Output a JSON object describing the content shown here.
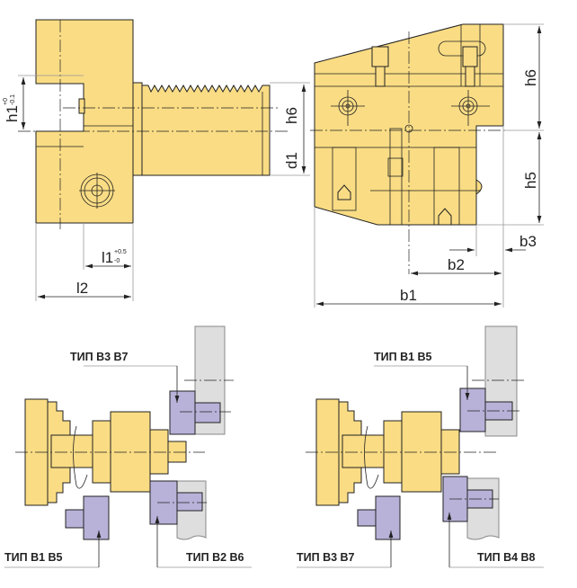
{
  "dimensions": {
    "h1": "h1",
    "h1_tol_upper": "+0",
    "h1_tol_lower": "-0.1",
    "h6_left": "h6",
    "d1": "d1",
    "l1": "l1",
    "l1_tol_upper": "+0.5",
    "l1_tol_lower": "-0",
    "l2": "l2",
    "h6_right": "h6",
    "h5": "h5",
    "b3": "b3",
    "b2": "b2",
    "b1": "b1"
  },
  "labels": {
    "left_top": "ТИП B3 B7",
    "left_bottom_left": "ТИП B1 B5",
    "left_bottom_right": "ТИП B2 B6",
    "right_top": "ТИП B1 B5",
    "right_bottom_left": "ТИП B3 B7",
    "right_bottom_right": "ТИП B4 B8"
  },
  "colors": {
    "body": "#f9dc84",
    "tool": "#b8b2d9",
    "holder": "#dedede"
  }
}
